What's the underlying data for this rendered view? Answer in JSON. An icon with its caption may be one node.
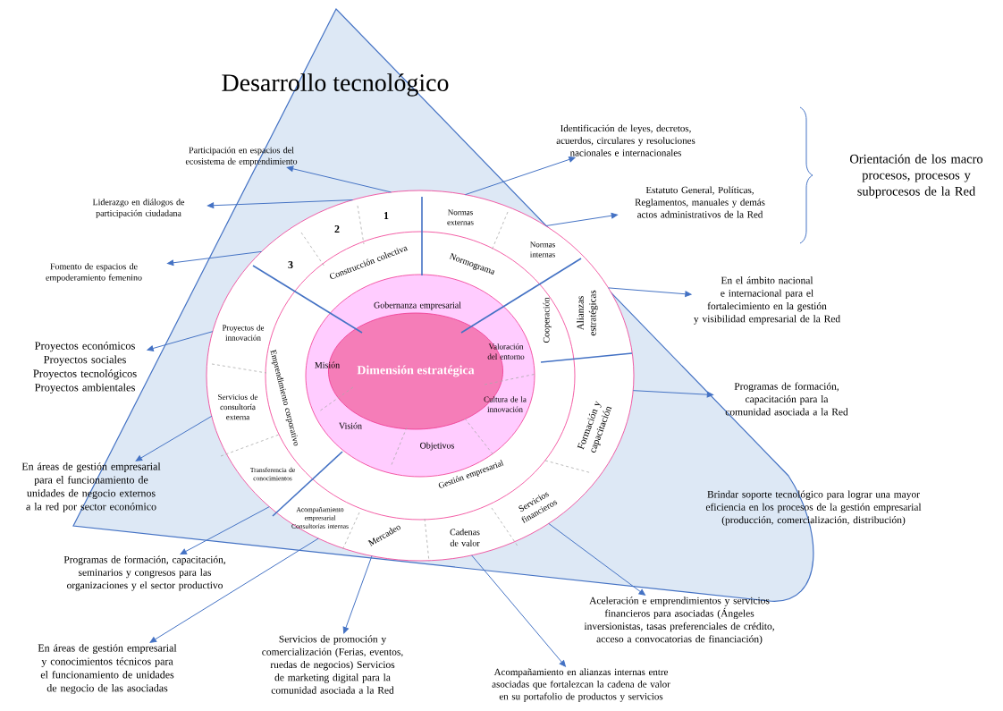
{
  "diagram": {
    "nodes": [
      {
        "text": [
          "Desarrollo tecnológico"
        ]
      },
      {
        "text": [
          "1",
          "2",
          "3",
          "Normas externas",
          "Normas internas",
          "Alianzas estratégicas",
          "Formación y capacitación",
          "Servicios financieros",
          "Cadenas de valor",
          "Mercadeo",
          "Transferencia de conocimientos",
          "Acompañamiento empresarial Consultorías internas",
          "Proyectos de innovación",
          "Servicios de consultoría externa"
        ],
        "in": 0
      },
      {
        "text": [
          "Construcción colectiva",
          "Normograma",
          "Cooperación",
          "Gestión empresarial",
          "Emprendimiento corporativo"
        ],
        "in": 1
      },
      {
        "text": [
          "Gobernanza empresarial",
          "Misión",
          "Valoración del entorno",
          "Cultura de la innovación",
          "Visión",
          "Objetivos"
        ],
        "in": 2
      },
      {
        "text": [
          "Dimensión estratégica"
        ],
        "in": 3
      },
      {
        "text": [
          "Participación en espacios del ecosistema de emprendimiento"
        ]
      },
      {
        "text": [
          "Identificación de leyes, decretos, acuerdos, circulares y resoluciones nacionales e internacionales"
        ]
      },
      {
        "text": [
          "Liderazgo en diálogos de participación ciudadana"
        ]
      },
      {
        "text": [
          "Estatuto General, Políticas, Reglamentos, manuales y demás actos administrativos de la Red"
        ]
      },
      {
        "text": [
          "Fomento de espacios de empoderamiento femenino"
        ]
      },
      {
        "text": [
          "En el ámbito nacional e internacional para el fortalecimiento en la gestión y visibilidad empresarial de la Red"
        ]
      },
      {
        "text": [
          "Proyectos económicos Proyectos sociales Proyectos tecnológicos Proyectos ambientales"
        ]
      },
      {
        "text": [
          "Programas de formación, capacitación para la comunidad asociada a la Red"
        ]
      },
      {
        "text": [
          "En áreas de gestión empresarial para el funcionamiento de unidades de negocio externos a la red por sector económico"
        ]
      },
      {
        "text": [
          "Programas de formación, capacitación, seminarios y congresos para las organizaciones y el sector productivo"
        ]
      },
      {
        "text": [
          "Aceleración e emprendimientos y servicios financieros para asociadas (Ángeles inversionistas, tasas preferenciales de crédito, acceso a convocatorias de financiación)"
        ]
      },
      {
        "text": [
          "En áreas de gestión empresarial y conocimientos técnicos para el funcionamiento de unidades de negocio de las asociadas"
        ]
      },
      {
        "text": [
          "Servicios de promoción y comercialización (Ferias, eventos, ruedas de negocios) Servicios de marketing digital para la comunidad asociada a la Red"
        ]
      },
      {
        "text": [
          "Acompañamiento en alianzas internas entre asociadas que fortalezcan la cadena de valor en su portafolio de productos y servicios"
        ]
      }
    ],
    "edges": [
      {
        "from": 1,
        "to": 5,
        "arrow": "to"
      },
      {
        "from": 1,
        "to": 6,
        "arrow": "to"
      },
      {
        "from": 1,
        "to": 7,
        "arrow": "to"
      },
      {
        "from": 1,
        "to": 8,
        "arrow": "to"
      },
      {
        "from": 1,
        "to": 9,
        "arrow": "to"
      },
      {
        "from": 1,
        "to": 10,
        "arrow": "to"
      },
      {
        "from": 1,
        "to": 11,
        "arrow": "to"
      },
      {
        "from": 1,
        "to": 12,
        "arrow": "to"
      },
      {
        "from": 1,
        "to": 13,
        "arrow": "to"
      },
      {
        "from": 1,
        "to": 14,
        "arrow": "to"
      },
      {
        "from": 1,
        "to": 15,
        "arrow": "to"
      },
      {
        "from": 1,
        "to": 16,
        "arrow": "to"
      },
      {
        "from": 1,
        "to": 17,
        "arrow": "to"
      },
      {
        "from": 1,
        "to": 18,
        "arrow": "to"
      }
    ],
    "labels": [
      "Orientación de los macro procesos, procesos y subprocesos de la Red",
      "Brindar soporte tecnológico para lograr una mayor eficiencia en los procesos de la gestión empresarial (producción, comercialización, distribución)"
    ]
  }
}
